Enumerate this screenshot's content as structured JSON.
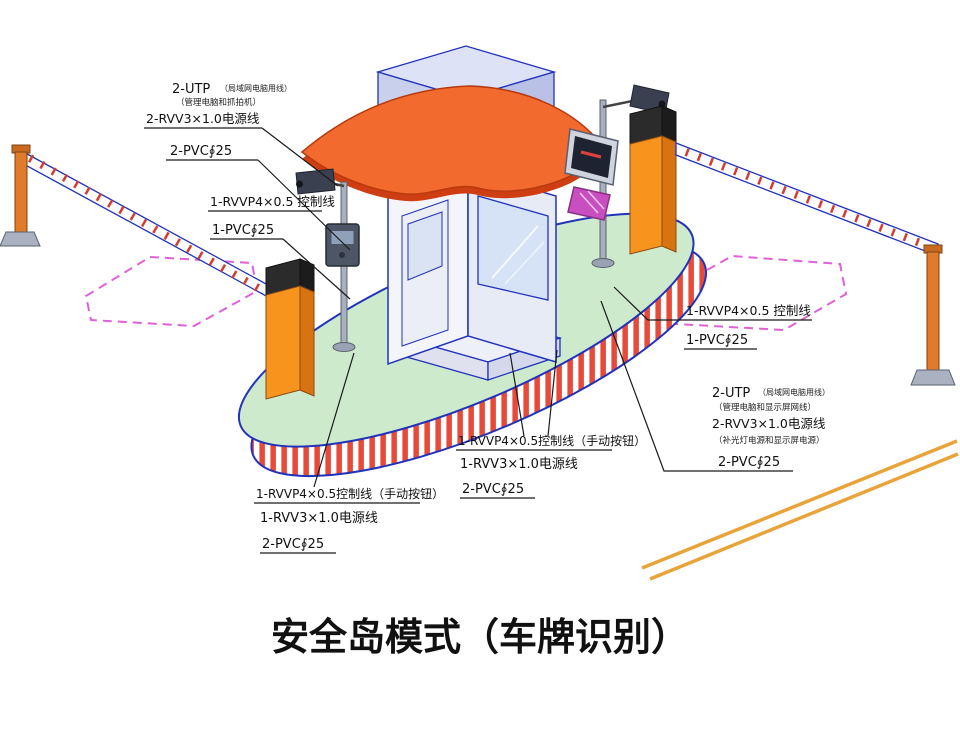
{
  "title": "安全岛模式（车牌识别）",
  "labels": {
    "block_a": {
      "utp": "2-UTP",
      "utp_note1": "（局域网电脑用线）",
      "utp_note2": "（管理电脑和抓拍机）",
      "power": "2-RVV3×1.0电源线",
      "pvc": "2-PVC∮25"
    },
    "block_b": {
      "control": "1-RVVP4×0.5 控制线",
      "pvc": "1-PVC∮25"
    },
    "block_c": {
      "control": "1-RVVP4×0.5控制线（手动按钮）",
      "power": "1-RVV3×1.0电源线",
      "pvc": "2-PVC∮25"
    },
    "block_d": {
      "control": "1-RVVP4×0.5控制线（手动按钮）",
      "power": "1-RVV3×1.0电源线",
      "pvc": "2-PVC∮25"
    },
    "block_e": {
      "control": "1-RVVP4×0.5 控制线",
      "pvc": "1-PVC∮25"
    },
    "block_f": {
      "utp": "2-UTP",
      "utp_note1": "（局域网电脑用线）",
      "utp_note2": "（管理电脑和显示屏网线）",
      "power": "2-RVV3×1.0电源线",
      "power_note": "（补光灯电源和显示屏电源）",
      "pvc": "2-PVC∮25"
    }
  },
  "colors": {
    "island_top": "#cdeacd",
    "island_stripe": "#e84a3a",
    "roof_orange": "#f26a2e",
    "roof_shadow": "#cf3e12",
    "cabinet_orange": "#f7941d",
    "cabinet_side": "#d87410",
    "outline_blue": "#2233bb",
    "loop_pink": "#e060d8",
    "ground_yellow": "#e8a43a"
  }
}
